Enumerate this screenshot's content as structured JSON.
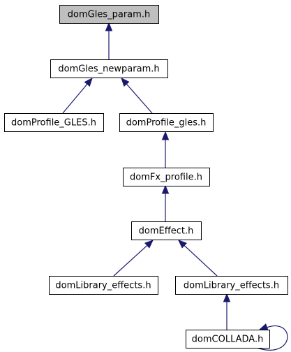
{
  "diagram": {
    "type": "include-dependency-graph",
    "colors": {
      "root_fill": "#bfbfbf",
      "node_fill": "#ffffff",
      "node_stroke": "#000000",
      "edge": "#191970"
    },
    "nodes": [
      {
        "id": "n0",
        "label": "domGles_param.h",
        "root": true
      },
      {
        "id": "n1",
        "label": "domGles_newparam.h"
      },
      {
        "id": "n2",
        "label": "domProfile_GLES.h"
      },
      {
        "id": "n3",
        "label": "domProfile_gles.h"
      },
      {
        "id": "n4",
        "label": "domFx_profile.h"
      },
      {
        "id": "n5",
        "label": "domEffect.h"
      },
      {
        "id": "n6",
        "label": "domLibrary_effects.h"
      },
      {
        "id": "n7",
        "label": "domLibrary_effects.h"
      },
      {
        "id": "n8",
        "label": "domCOLLADA.h"
      }
    ],
    "edges": [
      {
        "from": "n1",
        "to": "n0"
      },
      {
        "from": "n2",
        "to": "n1"
      },
      {
        "from": "n3",
        "to": "n1"
      },
      {
        "from": "n4",
        "to": "n3"
      },
      {
        "from": "n5",
        "to": "n4"
      },
      {
        "from": "n6",
        "to": "n5"
      },
      {
        "from": "n7",
        "to": "n5"
      },
      {
        "from": "n8",
        "to": "n7"
      },
      {
        "from": "n8",
        "to": "n8"
      }
    ]
  }
}
